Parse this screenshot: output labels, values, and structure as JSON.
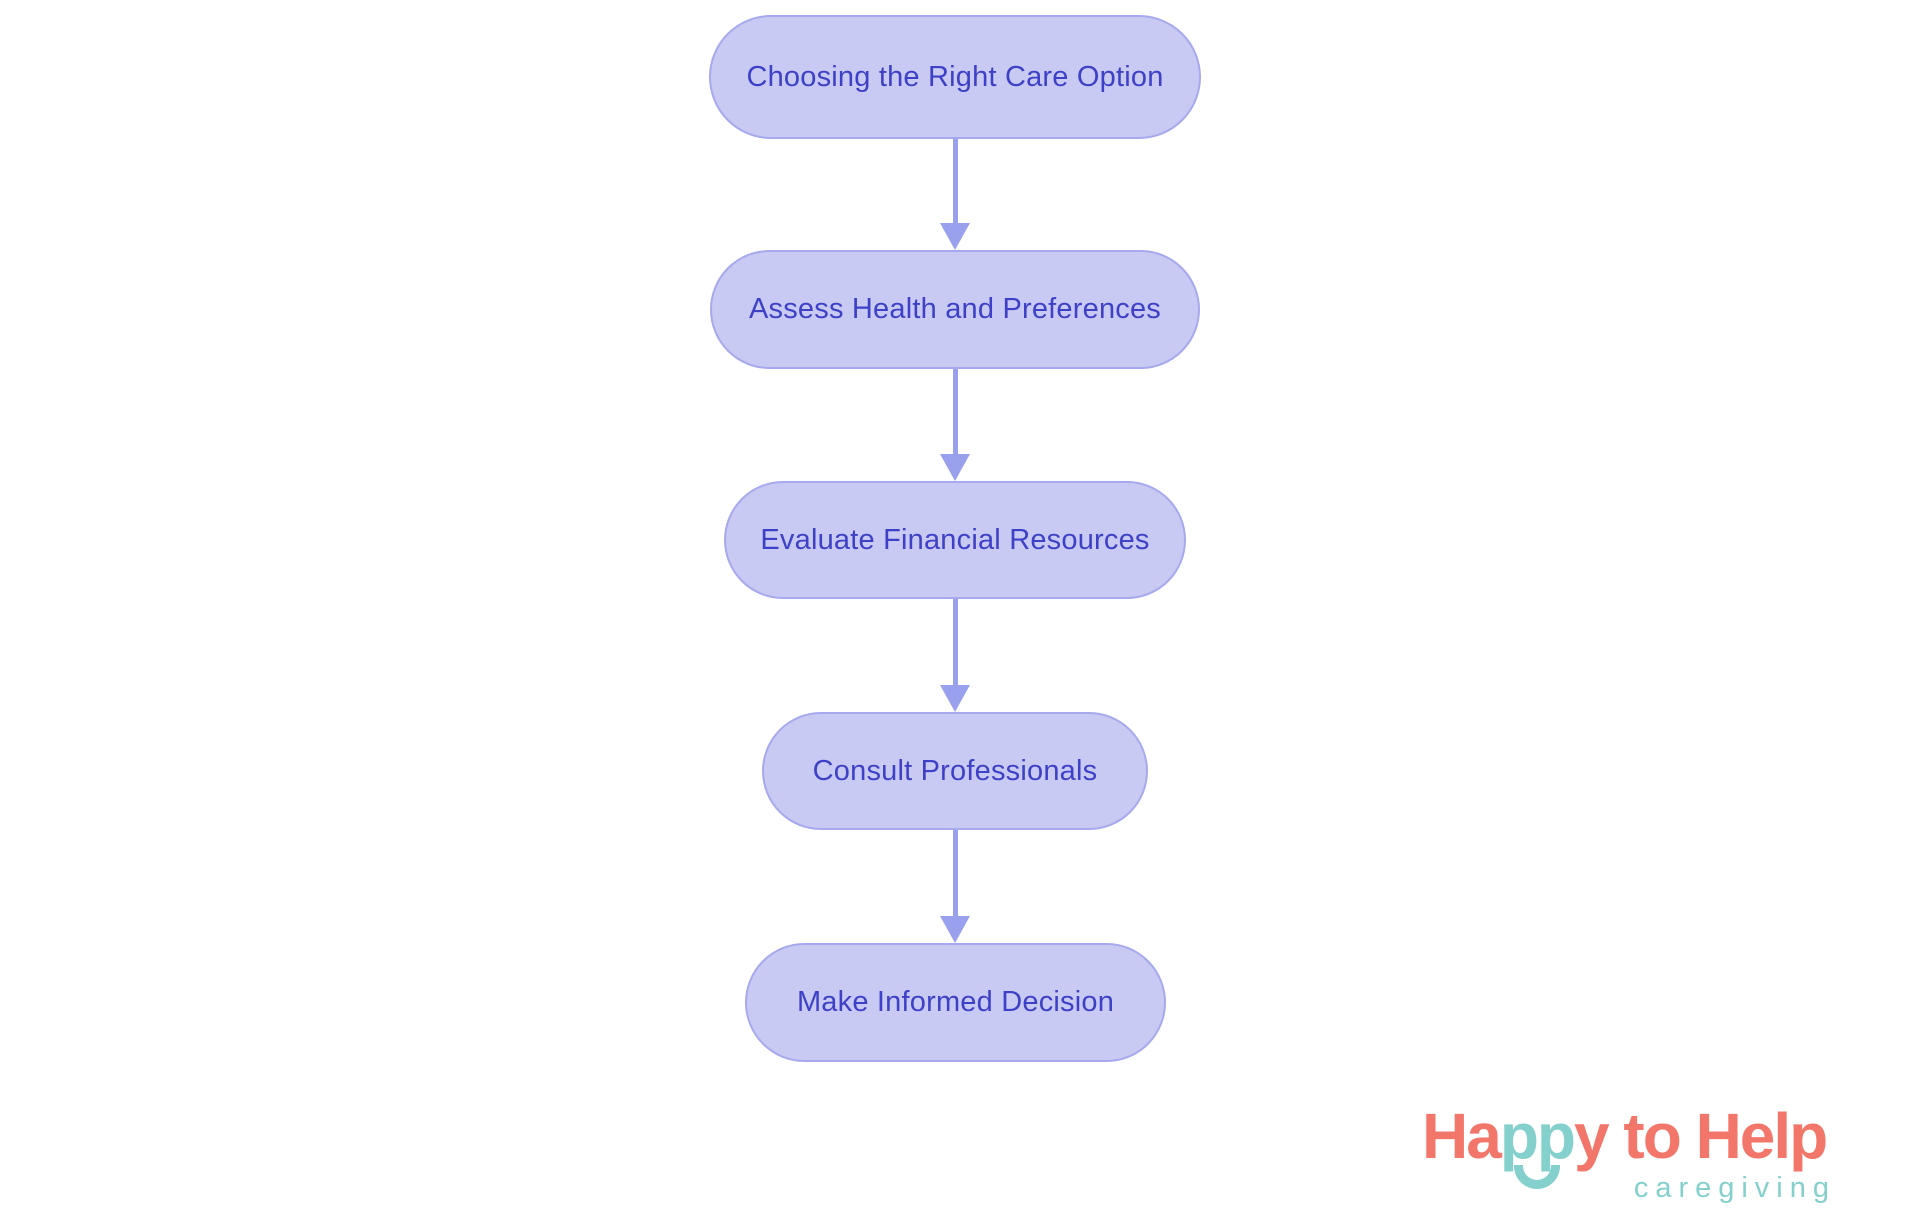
{
  "flowchart": {
    "type": "flowchart",
    "direction": "top-down",
    "nodes": [
      {
        "label": "Choosing the Right Care Option"
      },
      {
        "label": "Assess Health and Preferences"
      },
      {
        "label": "Evaluate Financial Resources"
      },
      {
        "label": "Consult Professionals"
      },
      {
        "label": "Make Informed Decision"
      }
    ],
    "edges": [
      {
        "from": 0,
        "to": 1
      },
      {
        "from": 1,
        "to": 2
      },
      {
        "from": 2,
        "to": 3
      },
      {
        "from": 3,
        "to": 4
      }
    ],
    "colors": {
      "node_fill": "#c9caf3",
      "node_border": "#a6a9ed",
      "node_text": "#3e41c7",
      "arrow": "#99a0ed",
      "background": "#ffffff"
    }
  },
  "logo": {
    "part1": "Ha",
    "part2": "pp",
    "part3": "y to Help",
    "tagline": "caregiving",
    "colors": {
      "coral": "#f3766b",
      "teal": "#84d0cd"
    }
  }
}
